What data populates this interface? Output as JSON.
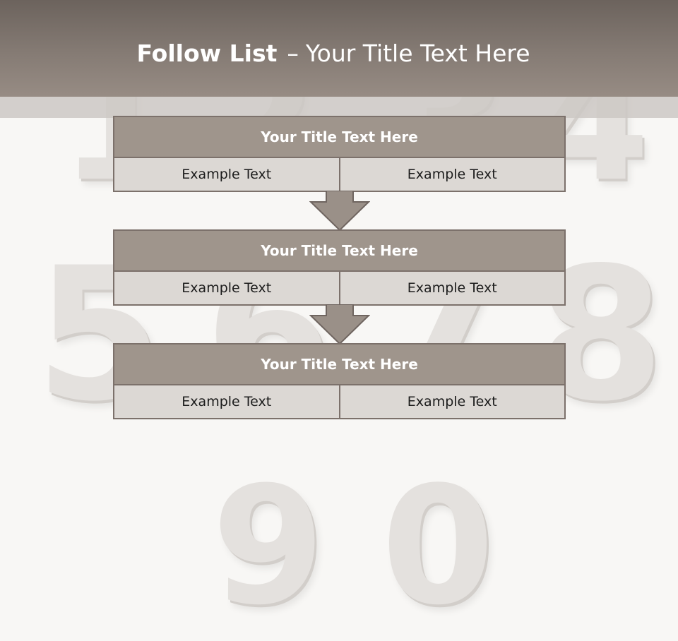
{
  "title": {
    "bold": "Follow List",
    "separator": "–",
    "rest": "Your Title Text Here"
  },
  "background_digits": [
    "1",
    "2",
    "3",
    "4",
    "5",
    "6",
    "7",
    "8",
    "9",
    "0"
  ],
  "blocks": [
    {
      "title": "Your Title Text Here",
      "cells": [
        "Example Text",
        "Example Text"
      ]
    },
    {
      "title": "Your Title Text Here",
      "cells": [
        "Example Text",
        "Example Text"
      ]
    },
    {
      "title": "Your Title Text Here",
      "cells": [
        "Example Text",
        "Example Text"
      ]
    }
  ],
  "colors": {
    "header_dark": "#6c635d",
    "header_light": "#978c84",
    "block_title": "#9f958c",
    "cell": "#dcd8d4",
    "border": "#7c716b"
  }
}
